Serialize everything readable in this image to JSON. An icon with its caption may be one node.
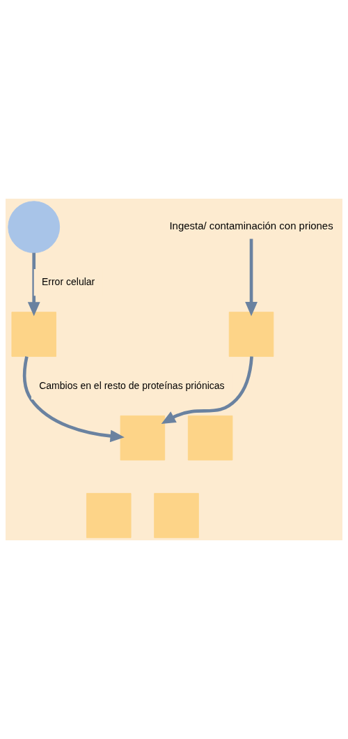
{
  "diagram": {
    "nodes": [
      {
        "text": [],
        "shape": "circle"
      },
      {
        "text": [
          "Ingesta/ contaminación con priones"
        ]
      },
      {
        "text": [],
        "shape": "box"
      },
      {
        "text": [],
        "shape": "box"
      },
      {
        "text": [],
        "shape": "box"
      },
      {
        "text": [],
        "shape": "box"
      },
      {
        "text": [],
        "shape": "box"
      },
      {
        "text": [],
        "shape": "box"
      }
    ],
    "edges": [
      {
        "from": 0,
        "to": 3,
        "arrow": "to",
        "label": "Error celular"
      },
      {
        "from": 1,
        "to": 2,
        "arrow": "to"
      },
      {
        "from": 3,
        "to": 4,
        "arrow": "to",
        "label": "Cambios en el resto de proteínas priónicas"
      },
      {
        "from": 2,
        "to": 4,
        "arrow": "to"
      }
    ]
  }
}
